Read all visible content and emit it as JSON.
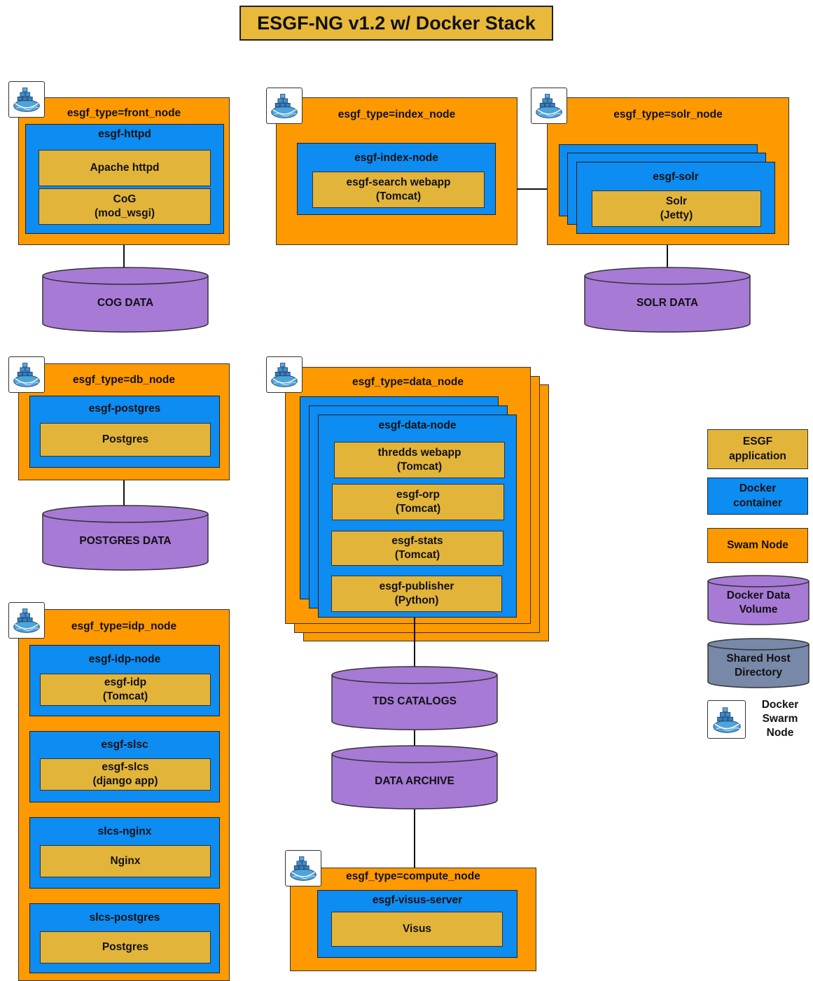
{
  "title": "ESGF-NG v1.2 w/ Docker Stack",
  "colors": {
    "swarm_node": "#FF9900",
    "docker_container": "#0D8CF2",
    "esgf_application": "#E2B43A",
    "data_volume": "#A77AD6",
    "shared_host_directory": "#7888A8"
  },
  "icon": "docker-swarm-whale-icon",
  "nodes": {
    "front": {
      "label": "esgf_type=front_node",
      "container": "esgf-httpd",
      "apps": [
        "Apache httpd",
        "CoG\n(mod_wsgi)"
      ],
      "volume": "COG DATA"
    },
    "index": {
      "label": "esgf_type=index_node",
      "container": "esgf-index-node",
      "apps": [
        "esgf-search webapp\n(Tomcat)"
      ]
    },
    "solr": {
      "label": "esgf_type=solr_node",
      "container": "esgf-solr",
      "apps": [
        "Solr\n(Jetty)"
      ],
      "volume": "SOLR DATA"
    },
    "db": {
      "label": "esgf_type=db_node",
      "container": "esgf-postgres",
      "apps": [
        "Postgres"
      ],
      "volume": "POSTGRES DATA"
    },
    "data": {
      "label": "esgf_type=data_node",
      "container": "esgf-data-node",
      "apps": [
        "thredds webapp\n(Tomcat)",
        "esgf-orp\n(Tomcat)",
        "esgf-stats\n(Tomcat)",
        "esgf-publisher\n(Python)"
      ],
      "volumes": [
        "TDS CATALOGS",
        "DATA ARCHIVE"
      ]
    },
    "idp": {
      "label": "esgf_type=idp_node",
      "containers": [
        {
          "name": "esgf-idp-node",
          "app": "esgf-idp\n(Tomcat)"
        },
        {
          "name": "esgf-slsc",
          "app": "esgf-slcs\n(django app)"
        },
        {
          "name": "slcs-nginx",
          "app": "Nginx"
        },
        {
          "name": "slcs-postgres",
          "app": "Postgres"
        }
      ]
    },
    "compute": {
      "label": "esgf_type=compute_node",
      "container": "esgf-visus-server",
      "apps": [
        "Visus"
      ]
    }
  },
  "legend": {
    "esgf_application": "ESGF\napplication",
    "docker_container": "Docker\ncontainer",
    "swarm_node": "Swam Node",
    "data_volume": "Docker Data\nVolume",
    "shared_host": "Shared Host\nDirectory",
    "swarm_icon": "Docker\nSwarm\nNode"
  }
}
